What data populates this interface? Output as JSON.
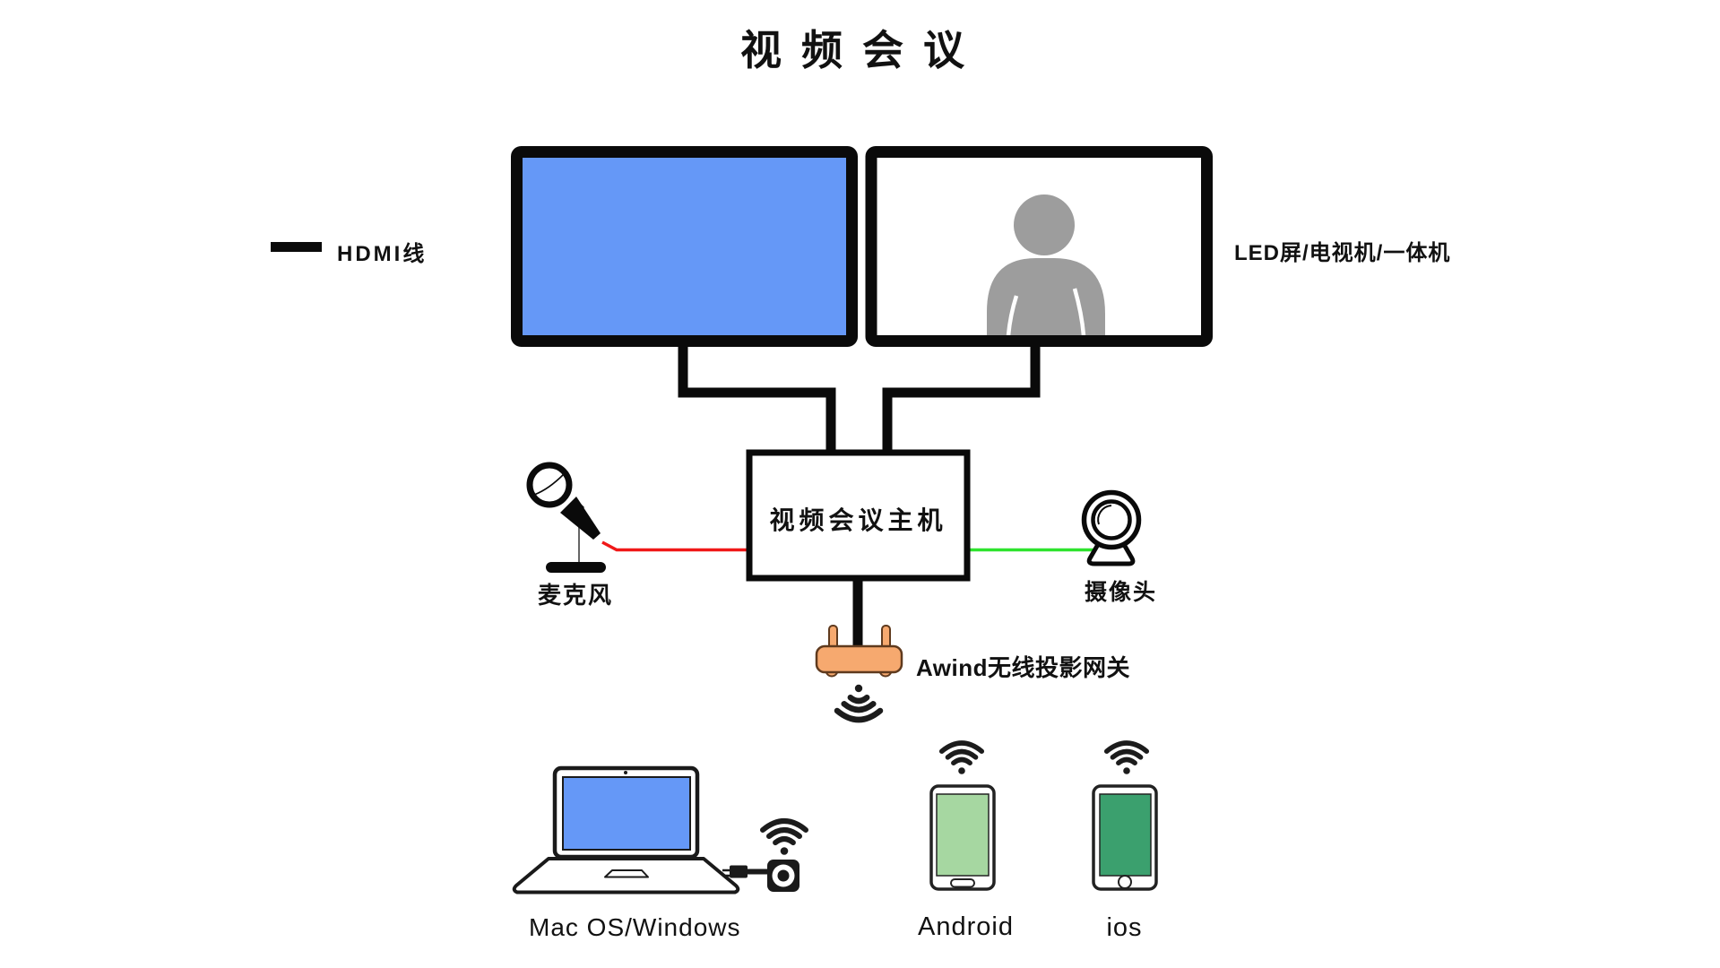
{
  "title": "视频会议",
  "legend": {
    "hdmi_label": "HDMI线"
  },
  "labels": {
    "display": "LED屏/电视机/一体机",
    "host": "视频会议主机",
    "microphone": "麦克风",
    "camera": "摄像头",
    "gateway": "Awind无线投影网关",
    "laptop": "Mac OS/Windows",
    "android": "Android",
    "ios": "ios"
  },
  "icons": [
    "hdmi-line-swatch",
    "person-silhouette",
    "microphone-icon",
    "webcam-icon",
    "wireless-gateway-icon",
    "wifi-down-icon",
    "wifi-up-icon",
    "laptop-icon",
    "usb-dongle-icon",
    "android-phone-icon",
    "ios-phone-icon"
  ],
  "colors": {
    "screen_blue": "#6598f7",
    "android_screen": "#a6d7a1",
    "ios_screen": "#3ba06e",
    "router_orange": "#f6a96f",
    "router_outline": "#5f3a1e",
    "mic_cable": "#f01818",
    "camera_cable": "#2ee32e",
    "silhouette_gray": "#9d9d9d",
    "line_black": "#0a0a0a"
  }
}
